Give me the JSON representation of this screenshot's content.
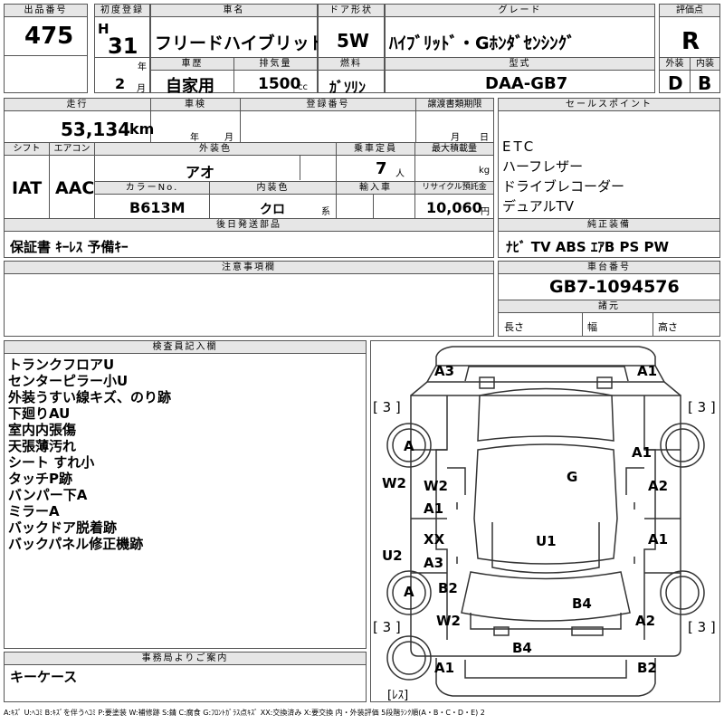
{
  "top": {
    "lot_label": "出品番号",
    "lot": "475",
    "reg_label": "初度登録",
    "era": "H",
    "year": "31",
    "year_unit": "年",
    "month": "2",
    "month_unit": "月",
    "name_label": "車名",
    "name": "フリードハイブリッド",
    "history_label": "車歴",
    "history": "自家用",
    "disp_label": "排気量",
    "disp": "1500",
    "disp_unit": "cc",
    "door_label": "ドア形状",
    "door": "5W",
    "fuel_label": "燃料",
    "fuel": "ｶﾞｿﾘﾝ",
    "grade_label": "グレード",
    "grade": "ﾊｲﾌﾞﾘｯﾄﾞ・Gﾎﾝﾀﾞｾﾝｼﾝｸﾞ",
    "model_label": "型式",
    "model": "DAA-GB7",
    "score_label": "評価点",
    "score": "R",
    "ext_label": "外装",
    "ext": "D",
    "int_label": "内装",
    "int": "B"
  },
  "mid": {
    "mileage_label": "走行",
    "mileage": "53,134",
    "km": "km",
    "inspect_label": "車検",
    "inspect_year": "年",
    "inspect_month": "月",
    "plate_label": "登録番号",
    "transfer_label": "譲渡書類期限",
    "transfer_month": "月",
    "transfer_day": "日",
    "shift_label": "シフト",
    "shift": "IAT",
    "ac_label": "エアコン",
    "ac": "AAC",
    "color_label": "外装色",
    "color": "アオ",
    "seats_label": "乗車定員",
    "seats": "7",
    "seats_unit": "人",
    "load_label": "最大積載量",
    "load_unit": "kg",
    "colorno_label": "カラーNo.",
    "colorno": "B613M",
    "intcolor_label": "内装色",
    "intcolor": "クロ",
    "intcolor_unit": "系",
    "import_label": "輸入車",
    "recycle_label": "リサイクル預託金",
    "recycle": "10,060",
    "recycle_unit": "円",
    "later_label": "後日発送部品",
    "later": "保証書 ｷｰﾚｽ 予備ｷｰ",
    "sales_label": "セールスポイント",
    "sales": [
      "ETC",
      "ハーフレザー",
      "ドライブレコーダー",
      "デュアルTV"
    ],
    "equip_label": "純正装備",
    "equip": "ﾅﾋﾞ TV ABS ｴｱB PS PW",
    "notes_label": "注意事項欄",
    "chassis_label": "車台番号",
    "chassis": "GB7-1094576",
    "spec_label": "諸元",
    "len_label": "長さ",
    "wid_label": "幅",
    "hgt_label": "高さ"
  },
  "inspector": {
    "label": "検査員記入欄",
    "lines": [
      "トランクフロアU",
      "センターピラー小U",
      "外装うすい線キズ、のり跡",
      "下廻りAU",
      "室内内張傷",
      "天張薄汚れ",
      "シート すれ小",
      "タッチP跡",
      "バンパー下A",
      "ミラーA",
      "バックドア脱着跡",
      "バックパネル修正機跡"
    ]
  },
  "office": {
    "label": "事務局よりご案内",
    "text": "キーケース"
  },
  "diagram": {
    "front_left": "A3",
    "front_right": "A1",
    "tire_fl": "[ 3 ]",
    "tire_fr": "[ 3 ]",
    "tire_rl": "[ 3 ]",
    "tire_rr": "[ 3 ]",
    "wheel_fl": "A",
    "wheel_rl": "A",
    "fender_r": "A1",
    "glass": "G",
    "pillar_l": "W2",
    "door_fl_a": "W2",
    "door_fl_b": "A1",
    "door_fr": "A2",
    "door_rl_a": "XX",
    "door_rl_b": "A3",
    "door_rr": "A1",
    "sill_l": "U2",
    "roof": "U1",
    "rear_qtr_l": "B2",
    "rear_qtr_r": "B4",
    "rear_l": "W2",
    "rear_r": "A2",
    "back": "B4",
    "bumper_l": "A1",
    "bumper_r": "B2",
    "spare": "[ﾚｽ]"
  },
  "legend": "A:ｷｽﾞ U:ﾍｺﾐ B:ｷｽﾞを伴うﾍｺﾐ P:要塗装 W:補修跡 S:錆 C:腐食 G:ﾌﾛﾝﾄｶﾞﾗｽ点ｷｽﾞ XX:交換済み X:要交換 内・外装評価 5段階ﾗﾝｸ順(A・B・C・D・E) 2"
}
